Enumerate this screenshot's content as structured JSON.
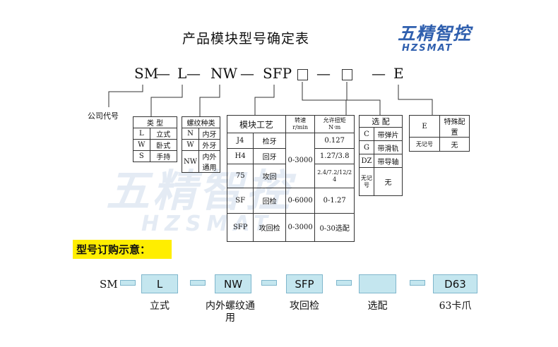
{
  "title": "产品模块型号确定表",
  "logo": {
    "main": "五精智控",
    "sub": "HZSMAT"
  },
  "watermark": {
    "main": "五精智控",
    "sub": "HZSMAT"
  },
  "code": {
    "sm": "SM",
    "d1": "—",
    "l": "L",
    "d2": "—",
    "nw": "NW",
    "d3": "—",
    "sfp": "SFP",
    "d4": "—",
    "d5": "—",
    "e": "E"
  },
  "company_label": "公司代号",
  "type_table": {
    "header": "类  型",
    "rows": [
      [
        "L",
        "立式"
      ],
      [
        "W",
        "卧式"
      ],
      [
        "S",
        "手持"
      ]
    ]
  },
  "thread_table": {
    "header": "螺纹种类",
    "rows": [
      [
        "N",
        "内牙"
      ],
      [
        "W",
        "外牙"
      ],
      [
        "NW",
        "内外通用"
      ]
    ]
  },
  "module_table": {
    "h1": "模块工艺",
    "h2": "转速",
    "h2b": "r/min",
    "h3": "允许扭矩",
    "h3b": "N·m",
    "rows": [
      [
        "J4",
        "检牙",
        "",
        "0.127"
      ],
      [
        "H4",
        "回牙",
        "0-3000",
        "1.27/3.8"
      ],
      [
        "75",
        "攻回",
        "",
        "2.4/7.2/12/24"
      ],
      [
        "SF",
        "回检",
        "0-6000",
        "0-1.27"
      ],
      [
        "SFP",
        "攻回检",
        "0-3000",
        "0-30选配"
      ]
    ]
  },
  "option_table": {
    "header": "选 配",
    "rows": [
      [
        "C",
        "带弹片"
      ],
      [
        "G",
        "带滑轨"
      ],
      [
        "DZ",
        "带导轴"
      ],
      [
        "无记号",
        "无"
      ]
    ]
  },
  "extra_table": {
    "rows": [
      [
        "E",
        "特殊配置"
      ],
      [
        "无记号",
        "无"
      ]
    ]
  },
  "order_section": "型号订购示意：",
  "order": {
    "prefix": "SM",
    "boxes": [
      "L",
      "NW",
      "SFP",
      "",
      "D63"
    ],
    "labels": [
      "立式",
      "内外螺纹通用",
      "攻回检",
      "选配",
      "63卡爪"
    ]
  }
}
